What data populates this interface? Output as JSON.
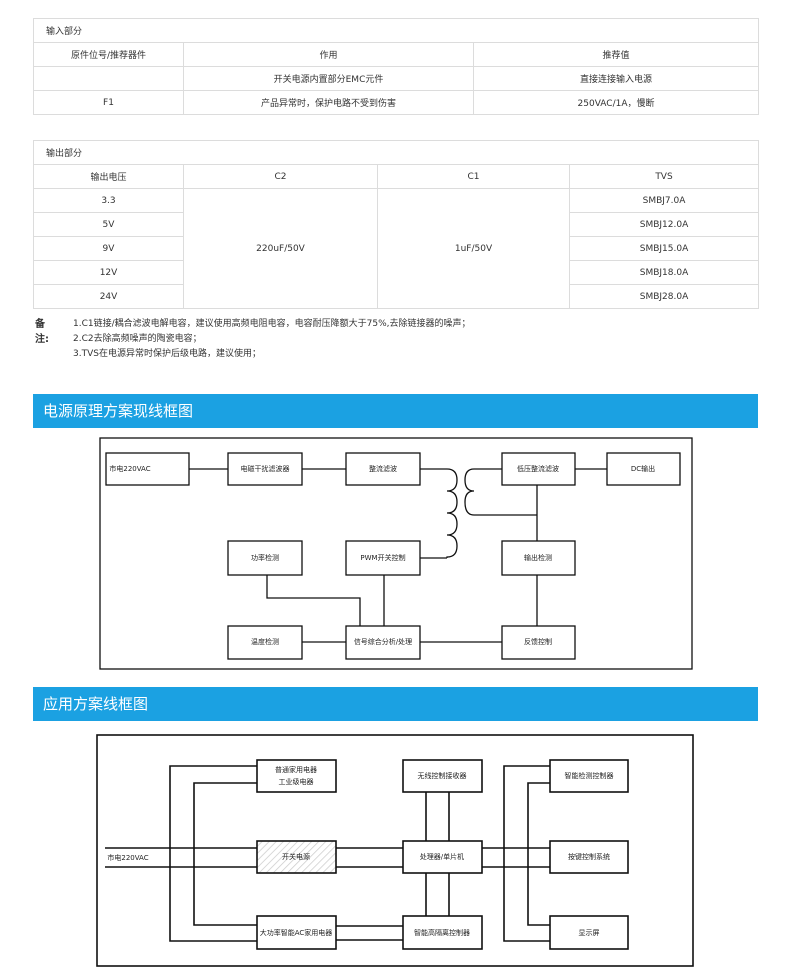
{
  "input_table": {
    "title": "输入部分",
    "headers": [
      "原件位号/推荐器件",
      "作用",
      "推荐值"
    ],
    "rows": [
      [
        "",
        "开关电源内置部分EMC元件",
        "直接连接输入电源"
      ],
      [
        "F1",
        "产品异常时，保护电路不受到伤害",
        "250VAC/1A，慢断"
      ]
    ]
  },
  "output_table": {
    "title": "输出部分",
    "headers": [
      "输出电压",
      "C2",
      "C1",
      "TVS"
    ],
    "voltages": [
      "3.3",
      "5V",
      "9V",
      "12V",
      "24V"
    ],
    "c2": "220uF/50V",
    "c1": "1uF/50V",
    "tvs": [
      "SMBJ7.0A",
      "SMBJ12.0A",
      "SMBJ15.0A",
      "SMBJ18.0A",
      "SMBJ28.0A"
    ]
  },
  "notes": {
    "label": "备注:",
    "items": [
      "1.C1链接/耦合滤波电解电容，建议使用高频电阻电容，电容耐压降额大于75%,去除链接器的噪声；",
      "2.C2去除高频噪声的陶瓷电容；",
      "3.TVS在电源异常时保护后级电路，建议使用；"
    ]
  },
  "section1": {
    "title": "电源原理方案现线框图",
    "blocks": {
      "mains": "市电220VAC",
      "emi": "电磁干扰滤波器",
      "rectifier": "整流滤波",
      "lv_rectifier": "低压整流滤波",
      "dc_out": "DC输出",
      "power_detect": "功率检测",
      "pwm": "PWM开关控制",
      "output_detect": "输出检测",
      "temp_detect": "温度检测",
      "signal": "信号综合分析/处理",
      "feedback": "反馈控制"
    }
  },
  "section2": {
    "title": "应用方案线框图",
    "blocks": {
      "mains": "市电220VAC",
      "appliance_1": "普通家用电器",
      "appliance_2": "工业级电器",
      "smps": "开关电源",
      "high_power": "大功率智能AC家用电器",
      "wireless": "无线控制接收器",
      "mcu": "处理器/单片机",
      "isolation": "智能高隔离控制器",
      "smart_detect": "智能检测控制器",
      "keypad": "按键控制系统",
      "display": "显示屏"
    }
  },
  "colors": {
    "banner": "#1ba1e2"
  }
}
